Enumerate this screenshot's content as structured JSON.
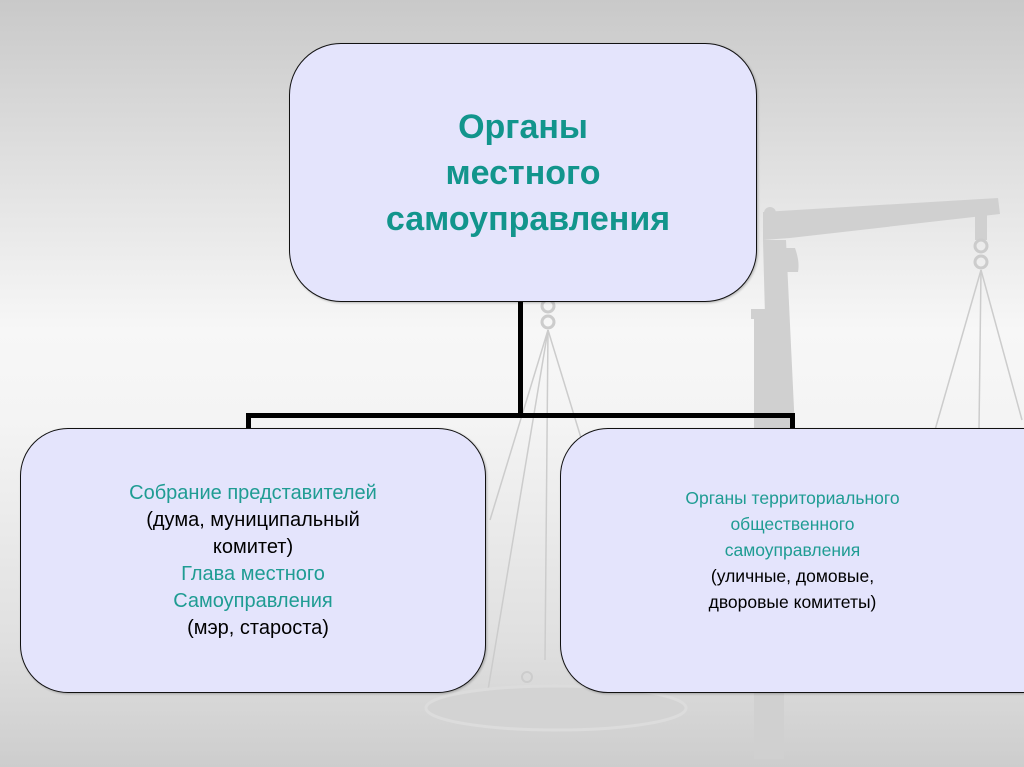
{
  "diagram": {
    "root": {
      "title_lines": [
        "Органы",
        "местного",
        "самоуправления"
      ]
    },
    "children": [
      {
        "lines": [
          {
            "text": "Собрание представителей",
            "style": "teal"
          },
          {
            "text": "(дума, муниципальный",
            "style": "black"
          },
          {
            "text": "комитет)",
            "style": "black"
          },
          {
            "text": "Глава местного",
            "style": "teal"
          },
          {
            "text": "Самоуправления",
            "style": "teal"
          },
          {
            "text": "(мэр, староста)",
            "style": "black"
          }
        ]
      },
      {
        "lines": [
          {
            "text": "Органы территориального",
            "style": "teal"
          },
          {
            "text": "общественного",
            "style": "teal"
          },
          {
            "text": "самоуправления",
            "style": "teal"
          },
          {
            "text": "(уличные, домовые,",
            "style": "black"
          },
          {
            "text": "дворовые комитеты)",
            "style": "black"
          }
        ]
      }
    ],
    "colors": {
      "box_fill": "#e4e4fc",
      "box_border": "#111111",
      "teal_text": "#1f9c93",
      "title_text": "#12958c",
      "connector": "#000000",
      "background_art": "#cfcfcf"
    },
    "background_icon": "scales-of-justice-icon"
  }
}
